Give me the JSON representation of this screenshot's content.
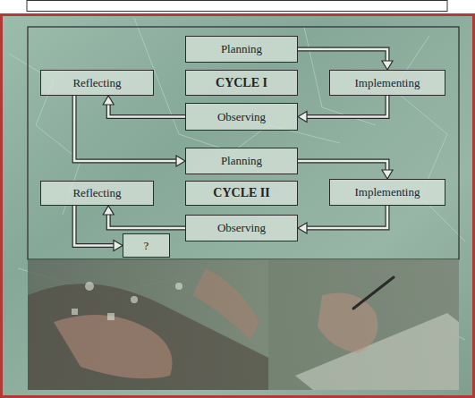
{
  "diagram": {
    "nodes": [
      {
        "text": [
          "Planning"
        ]
      },
      {
        "text": [
          "Reflecting"
        ]
      },
      {
        "text": [
          "CYCLE I"
        ]
      },
      {
        "text": [
          "Implementing"
        ]
      },
      {
        "text": [
          "Observing"
        ]
      },
      {
        "text": [
          "Planning"
        ]
      },
      {
        "text": [
          "Reflecting"
        ]
      },
      {
        "text": [
          "CYCLE II"
        ]
      },
      {
        "text": [
          "Implementing"
        ]
      },
      {
        "text": [
          "Observing"
        ]
      },
      {
        "text": [
          "?"
        ]
      }
    ],
    "edges": [
      {
        "from": 0,
        "to": 3,
        "arrow": "to"
      },
      {
        "from": 3,
        "to": 4,
        "arrow": "to"
      },
      {
        "from": 4,
        "to": 1,
        "arrow": "to"
      },
      {
        "from": 1,
        "to": 5,
        "arrow": "to"
      },
      {
        "from": 5,
        "to": 8,
        "arrow": "to"
      },
      {
        "from": 8,
        "to": 9,
        "arrow": "to"
      },
      {
        "from": 9,
        "to": 6,
        "arrow": "to"
      },
      {
        "from": 6,
        "to": 10,
        "arrow": "to"
      }
    ]
  }
}
